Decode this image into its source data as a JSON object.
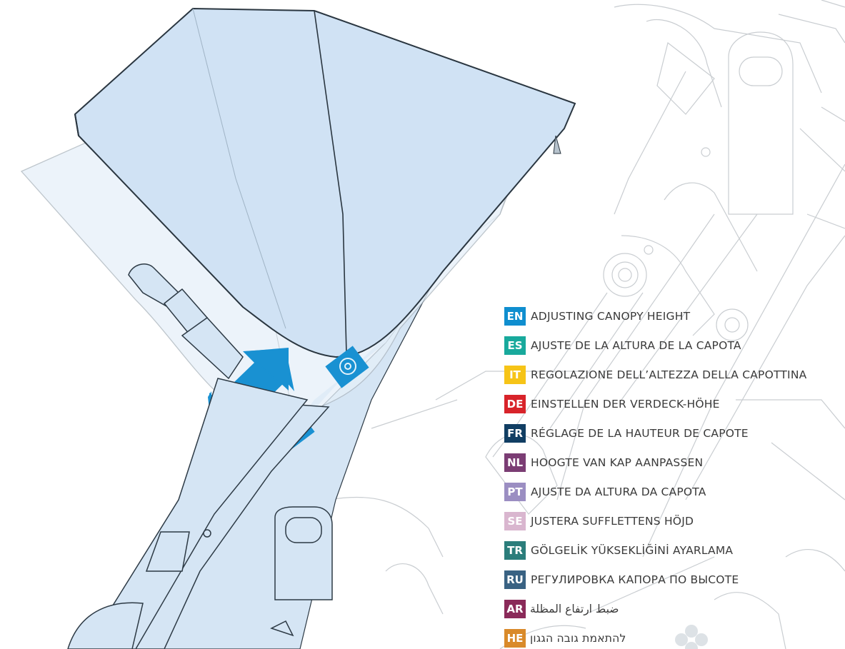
{
  "figure": {
    "icons": [
      "stroller-canopy-illustration",
      "adjust-arrow-icon",
      "canopy-button-icon"
    ],
    "colors": {
      "canopy_fill": "#d6e6f5",
      "canopy_stroke": "#2d3a45",
      "arrow": "#1991d2",
      "button": "#1991d2",
      "line_art": "#c8ccd0"
    }
  },
  "legend": {
    "items": [
      {
        "code": "EN",
        "text": "ADJUSTING CANOPY HEIGHT",
        "color": "#0f8ecf"
      },
      {
        "code": "ES",
        "text": "AJUSTE DE LA ALTURA DE LA CAPOTA",
        "color": "#18a99c"
      },
      {
        "code": "IT",
        "text": "REGOLAZIONE DELL’ALTEZZA DELLA CAPOTTINA",
        "color": "#f6c417"
      },
      {
        "code": "DE",
        "text": "EINSTELLEN DER VERDECK-HÖHE",
        "color": "#d8232a"
      },
      {
        "code": "FR",
        "text": "RÉGLAGE DE LA HAUTEUR DE CAPOTE",
        "color": "#113e63"
      },
      {
        "code": "NL",
        "text": "HOOGTE VAN KAP AANPASSEN",
        "color": "#7b3d74"
      },
      {
        "code": "PT",
        "text": "AJUSTE DA ALTURA DA CAPOTA",
        "color": "#9b8ec2"
      },
      {
        "code": "SE",
        "text": "JUSTERA SUFFLETTENS HÖJD",
        "color": "#d9b6cf"
      },
      {
        "code": "TR",
        "text": "GÖLGELİK YÜKSEKLİĞİNİ AYARLAMA",
        "color": "#2b7d7b"
      },
      {
        "code": "RU",
        "text": "РЕГУЛИРОВКА КАПОРА ПО ВЫСОТЕ",
        "color": "#396283"
      },
      {
        "code": "AR",
        "text": "ضبط ارتفاع المظلة",
        "color": "#8a2a59"
      },
      {
        "code": "HE",
        "text": "להתאמת גובה הגגון",
        "color": "#d98a2a"
      }
    ]
  }
}
